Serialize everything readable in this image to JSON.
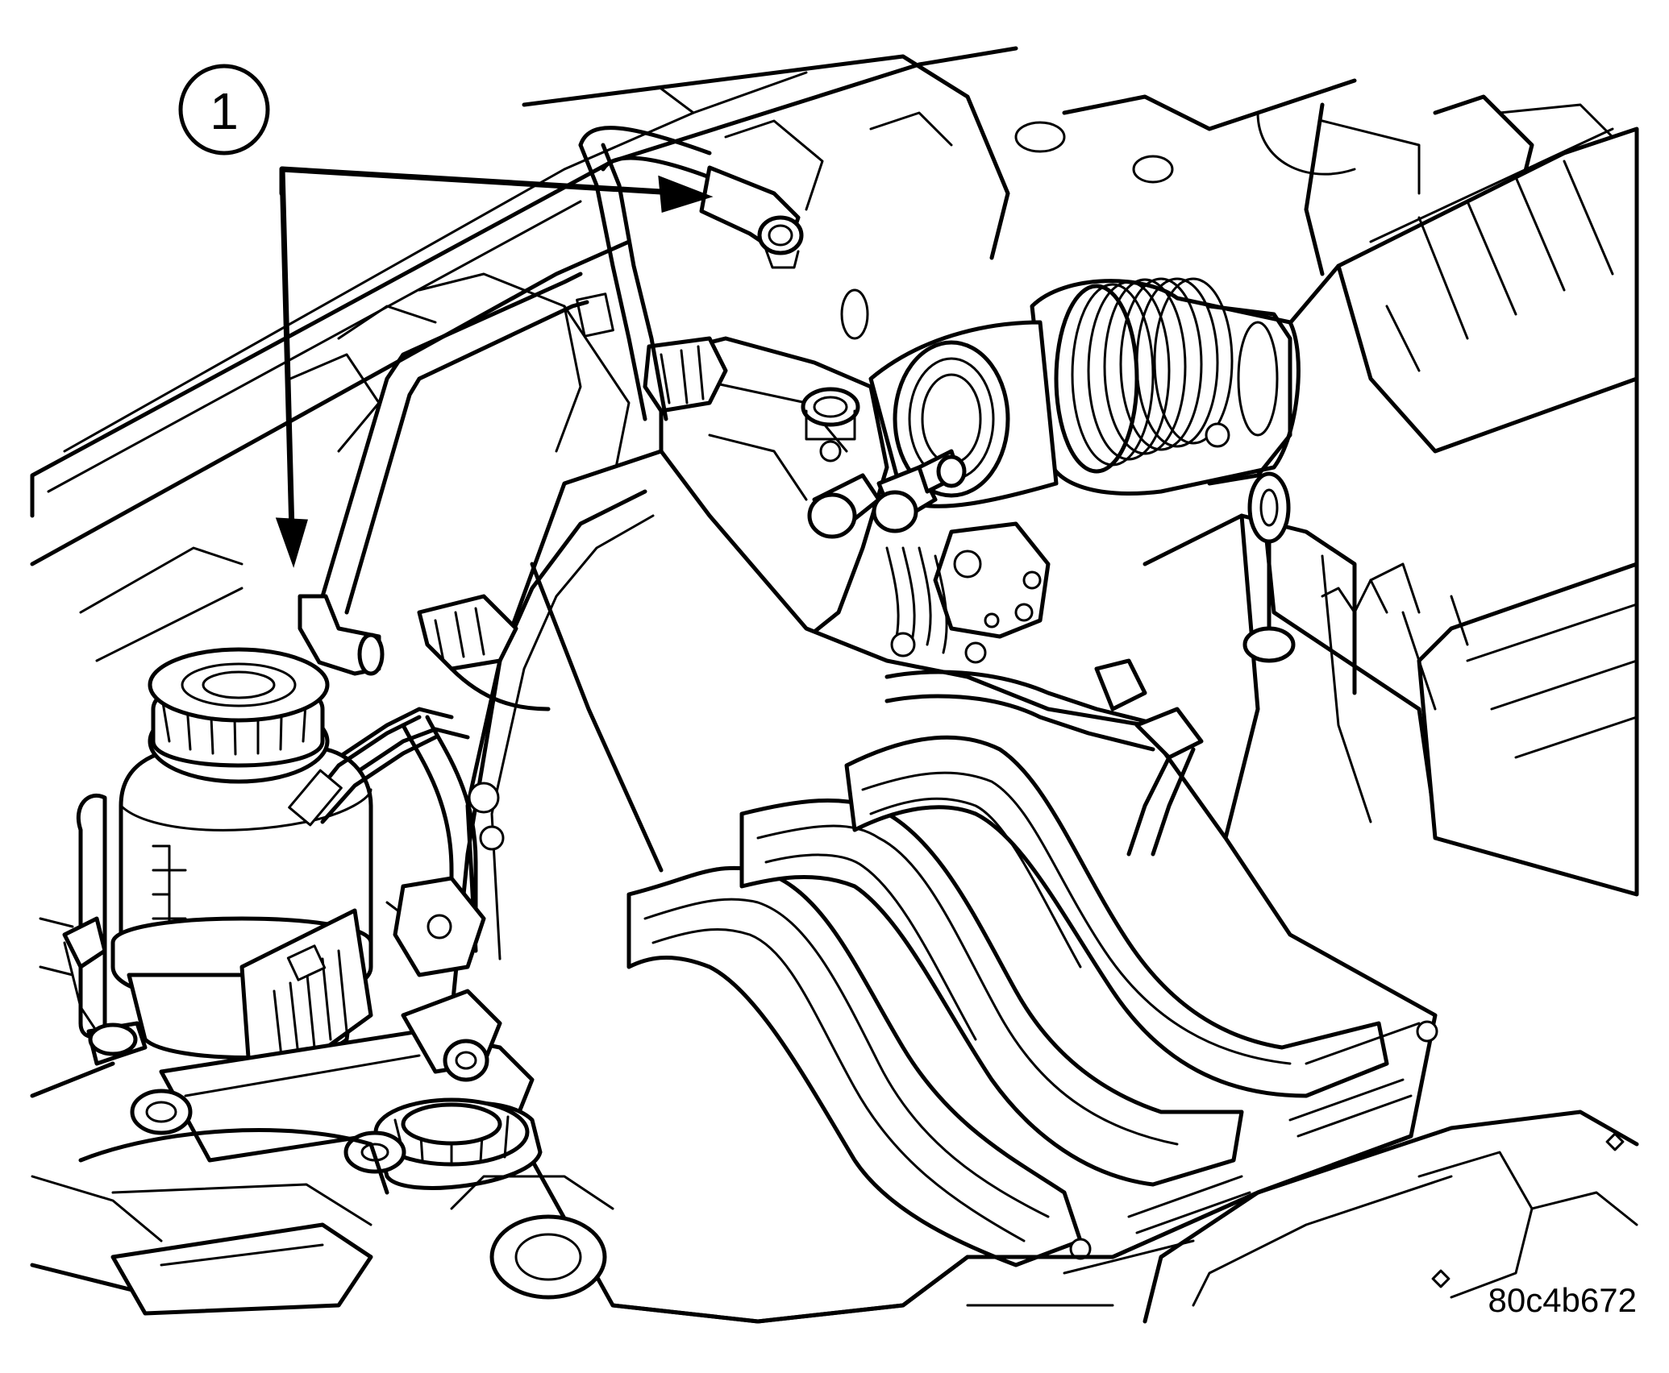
{
  "callout": {
    "number": "1",
    "targets": [
      "hose-end-upper",
      "hose-end-lower"
    ]
  },
  "figure_code": "80c4b672",
  "colors": {
    "ink": "#000000",
    "paper": "#ffffff"
  }
}
